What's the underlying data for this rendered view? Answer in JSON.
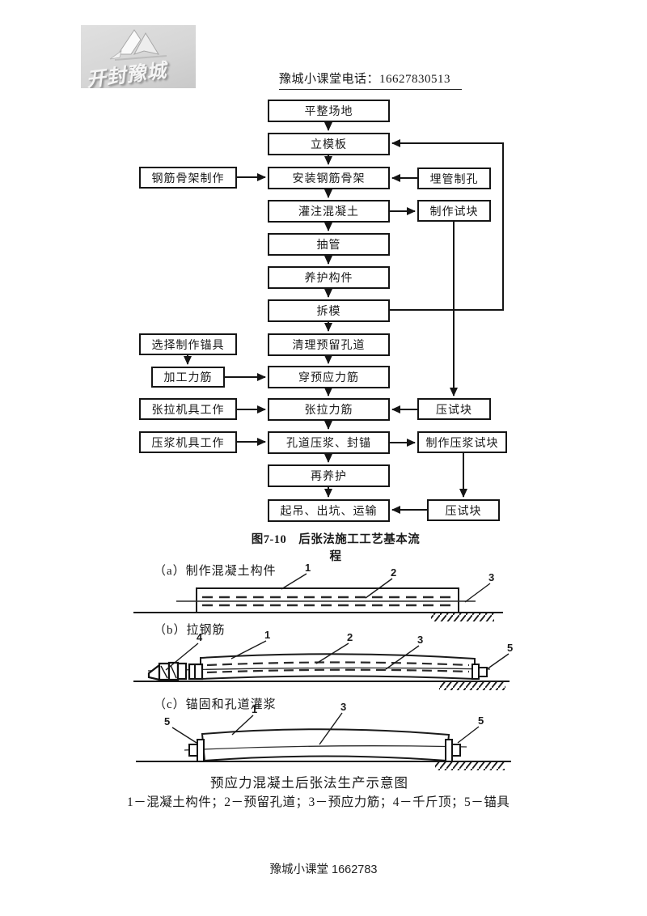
{
  "logo": {
    "text": "开封豫城"
  },
  "header": {
    "phone": "豫城小课堂电话：16627830513"
  },
  "flowchart": {
    "caption": "图7-10　后张法施工工艺基本流程",
    "nodes": {
      "level_site": "平整场地",
      "erect_formwork": "立模板",
      "install_rebar": "安装钢筋骨架",
      "pour_concrete": "灌注混凝土",
      "pull_tube": "抽管",
      "cure_component": "养护构件",
      "remove_formwork": "拆模",
      "clean_duct": "清理预留孔道",
      "thread_tendon": "穿预应力筋",
      "tension_tendon": "张拉力筋",
      "grout_seal": "孔道压浆、封锚",
      "recure": "再养护",
      "lift_transport": "起吊、出坑、运输",
      "rebar_fabrication": "钢筋骨架制作",
      "select_anchor": "选择制作锚具",
      "process_tendon": "加工力筋",
      "tension_equipment": "张拉机具工作",
      "grout_equipment": "压浆机具工作",
      "embed_tube": "埋管制孔",
      "make_test_block": "制作试块",
      "press_block_1": "压试块",
      "make_grout_block": "制作压浆试块",
      "press_block_2": "压试块"
    }
  },
  "diagrams": {
    "a_label": "（a）制作混凝土构件",
    "b_label": "（b）拉钢筋",
    "c_label": "（c）锚固和孔道灌浆",
    "caption": "预应力混凝土后张法生产示意图",
    "legend": "1－混凝土构件；2－预留孔道；3－预应力筋；4－千斤顶；5－锚具",
    "callouts": {
      "n1": "1",
      "n2": "2",
      "n3": "3",
      "n4": "4",
      "n5": "5"
    }
  },
  "footer": {
    "text": "豫城小课堂 1662783"
  }
}
